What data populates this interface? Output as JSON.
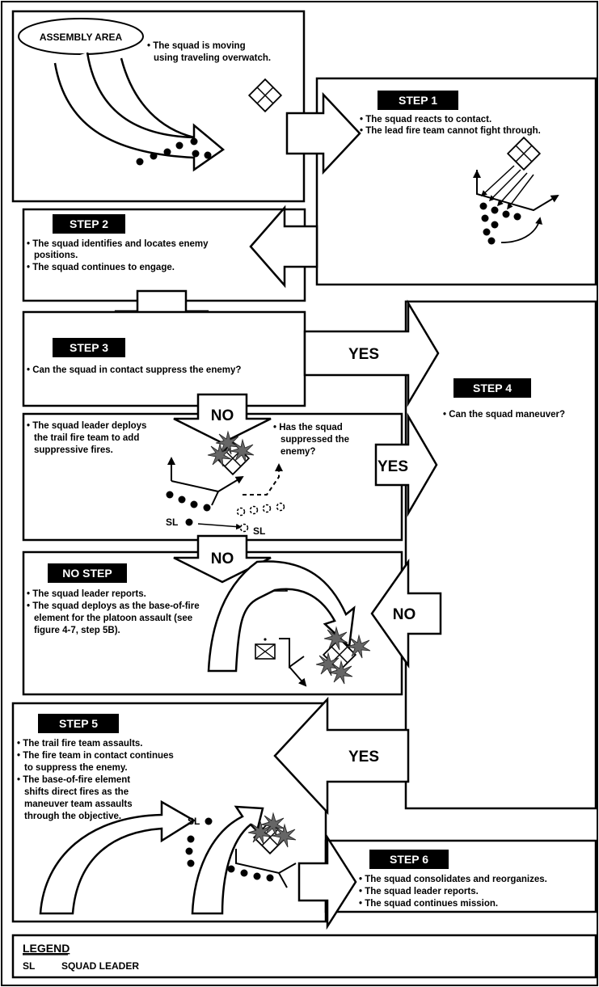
{
  "step0": {
    "assembly_label": "ASSEMBLY AREA",
    "bullets": [
      "• The squad is moving",
      "using traveling overwatch."
    ]
  },
  "step1": {
    "title": "STEP 1",
    "bullets": [
      "• The squad reacts to contact.",
      "• The lead fire team cannot fight through."
    ]
  },
  "step2": {
    "title": "STEP 2",
    "bullets": [
      "• The squad identifies and locates enemy",
      "positions.",
      "• The squad continues to engage."
    ]
  },
  "step3": {
    "title": "STEP 3",
    "bullets": [
      "• Can the squad in contact suppress the enemy?"
    ]
  },
  "step4": {
    "title": "STEP 4",
    "bullets": [
      "• Can the squad maneuver?"
    ]
  },
  "trail": {
    "left_bullets": [
      "• The squad leader deploys",
      "the trail fire team to add",
      "suppressive fires."
    ],
    "right_bullets": [
      "• Has the squad",
      "suppressed the",
      "enemy?"
    ],
    "sl_label": "SL",
    "sl_label2": "SL"
  },
  "nostep": {
    "title": "NO STEP",
    "bullets": [
      "• The squad leader reports.",
      "• The squad deploys as the base-of-fire",
      "element for the platoon assault (see",
      "figure 4-7, step 5B)."
    ]
  },
  "step5": {
    "title": "STEP 5",
    "bullets": [
      "• The trail fire team assaults.",
      "• The fire team in contact continues",
      "to suppress the enemy.",
      "• The base-of-fire element",
      "shifts direct fires as the",
      "maneuver team assaults",
      "through the objective."
    ],
    "sl_label": "SL"
  },
  "step6": {
    "title": "STEP 6",
    "bullets": [
      "• The squad consolidates and reorganizes.",
      "• The squad leader reports.",
      "• The squad continues mission."
    ]
  },
  "arrows": {
    "yes1": "YES",
    "yes2": "YES",
    "yes3": "YES",
    "no1": "NO",
    "no2": "NO",
    "no3": "NO"
  },
  "legend": {
    "title": "LEGEND",
    "abbr": "SL",
    "meaning": "SQUAD LEADER"
  }
}
